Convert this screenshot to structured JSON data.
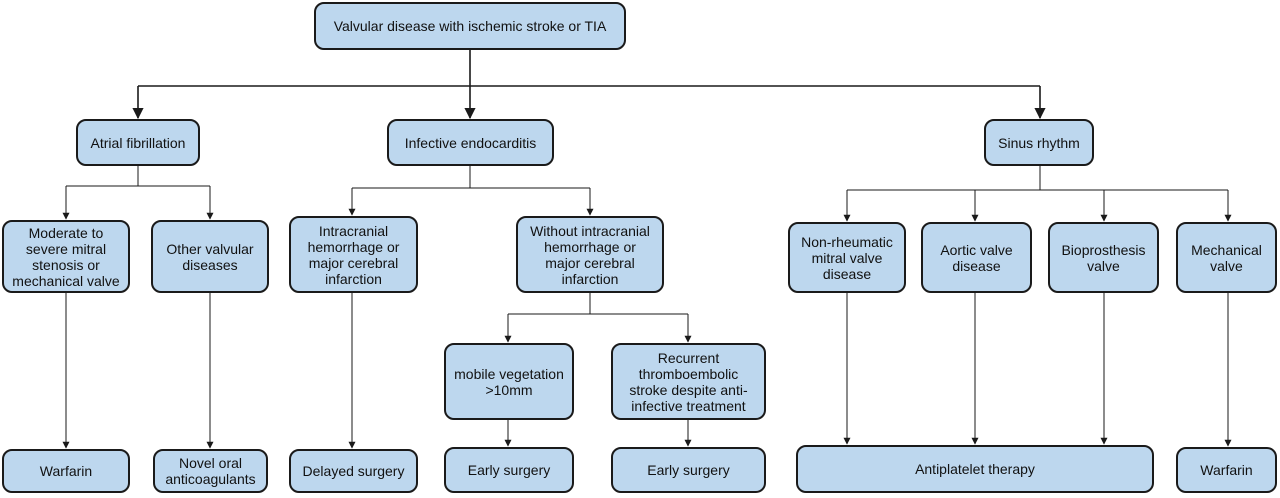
{
  "colors": {
    "box_fill": "#bdd7ee",
    "box_border": "#1a1a1a",
    "connector": "#1a1a1a"
  },
  "root": "Valvular disease with ischemic stroke or TIA",
  "branches": {
    "af": "Atrial fibrillation",
    "ie": "Infective endocarditis",
    "sr": "Sinus rhythm"
  },
  "af": {
    "ms": "Moderate to\nsevere mitral\nstenosis or\nmechanical valve",
    "other": "Other valvular\ndiseases",
    "ms_outcome": "Warfarin",
    "other_outcome": "Novel oral\nanticoagulants"
  },
  "ie": {
    "hem": "Intracranial\nhemorrhage or\nmajor cerebral\ninfarction",
    "nohem": "Without intracranial\nhemorrhage or\nmajor cerebral\ninfarction",
    "hem_outcome": "Delayed surgery",
    "mobile": "mobile vegetation\n>10mm",
    "recurrent": "Recurrent\nthromboembolic\nstroke despite anti-\ninfective treatment",
    "mobile_outcome": "Early surgery",
    "recurrent_outcome": "Early surgery"
  },
  "sr": {
    "nonrheum": "Non-rheumatic\nmitral valve\ndisease",
    "aortic": "Aortic valve\ndisease",
    "bio": "Bioprosthesis\nvalve",
    "mech": "Mechanical\nvalve",
    "antiplatelet": "Antiplatelet therapy",
    "mech_outcome": "Warfarin"
  }
}
